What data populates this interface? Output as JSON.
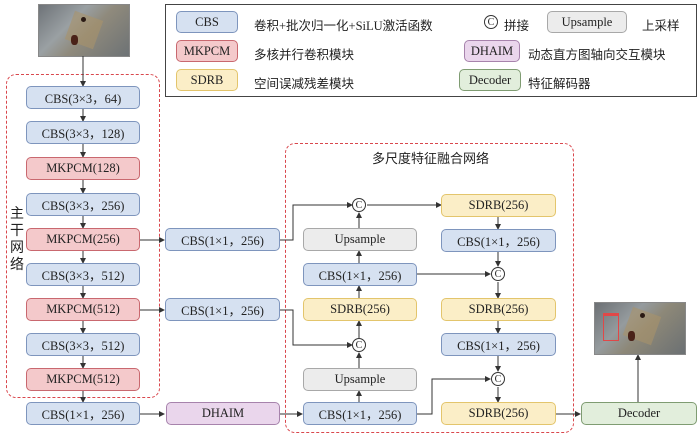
{
  "legend": {
    "items": [
      {
        "box": "CBS",
        "desc": "卷积+批次归一化+SiLU激活函数"
      },
      {
        "box": "MKPCM",
        "desc": "多核并行卷积模块"
      },
      {
        "box": "SDRB",
        "desc": "空间误减残差模块"
      },
      {
        "symbol": "C",
        "desc": "拼接"
      },
      {
        "box": "Upsample",
        "desc": "上采样"
      },
      {
        "box": "DHAIM",
        "desc": "动态直方图轴向交互模块"
      },
      {
        "box": "Decoder",
        "desc": "特征解码器"
      }
    ]
  },
  "backbone": {
    "label": [
      "主",
      "干",
      "网",
      "络"
    ],
    "blocks": [
      "CBS(3×3，64)",
      "CBS(3×3，128)",
      "MKPCM(128)",
      "CBS(3×3，256)",
      "MKPCM(256)",
      "CBS(3×3，512)",
      "MKPCM(512)",
      "CBS(3×3，512)",
      "MKPCM(512)"
    ],
    "out_block": "CBS(1×1，256)"
  },
  "lateral": {
    "upper": "CBS(1×1，256)",
    "lower": "CBS(1×1，256)",
    "dhaim": "DHAIM"
  },
  "fusion": {
    "title": "多尺度特征融合网络",
    "left_col": {
      "upsample_top": "Upsample",
      "cbs_mid": "CBS(1×1，256)",
      "sdrb_mid": "SDRB(256)",
      "upsample_bottom": "Upsample",
      "cbs_bottom": "CBS(1×1，256)"
    },
    "right_col": {
      "sdrb_top": "SDRB(256)",
      "cbs_top": "CBS(1×1，256)",
      "sdrb_mid": "SDRB(256)",
      "cbs_mid": "CBS(1×1，256)",
      "sdrb_bottom": "SDRB(256)"
    },
    "concat_symbol": "C"
  },
  "decoder": {
    "label": "Decoder"
  },
  "colors": {
    "cbs": "#d6e1f1",
    "mkpcm": "#f4c9cb",
    "sdrb": "#fbeec7",
    "upsample": "#ececec",
    "dhaim": "#ead6ec",
    "decoder": "#e2eedc",
    "dashed_border": "#d9474d"
  }
}
